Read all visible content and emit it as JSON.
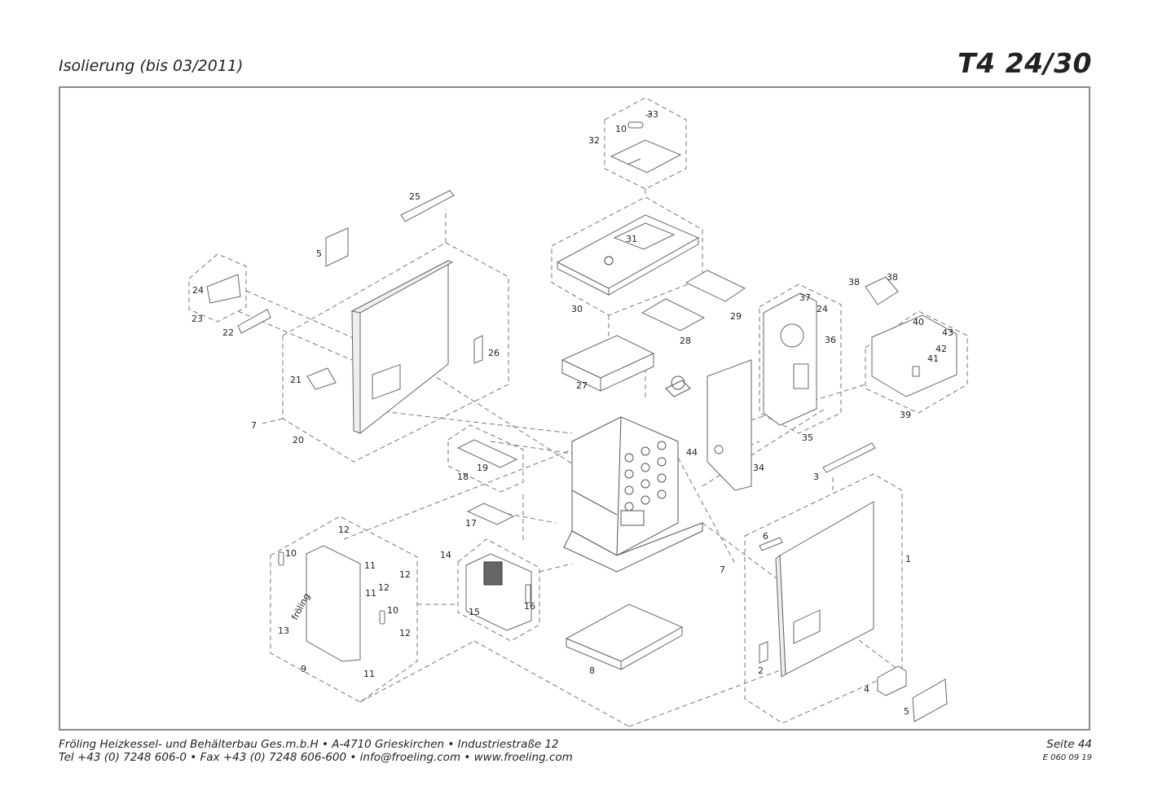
{
  "header": {
    "title": "Isolierung (bis 03/2011)",
    "model": "T4 24/30"
  },
  "footer": {
    "line1": "Fröling Heizkessel- und Behälterbau Ges.m.b.H   •   A-4710 Grieskirchen   •   Industriestraße 12",
    "line2": "Tel +43 (0) 7248 606-0   •   Fax +43 (0) 7248 606-600   •   info@froeling.com   •   www.froeling.com",
    "page": "Seite 44",
    "code": "E 060 09 19"
  },
  "diagram": {
    "brand_mark": "fröling",
    "part_labels": {
      "p1": "1",
      "p2": "2",
      "p3": "3",
      "p4": "4",
      "p5a": "5",
      "p5b": "5",
      "p6": "6",
      "p7a": "7",
      "p7b": "7",
      "p8": "8",
      "p9": "9",
      "p10a": "10",
      "p10b": "10",
      "p10c": "10",
      "p11a": "11",
      "p11b": "11",
      "p11c": "11",
      "p12a": "12",
      "p12b": "12",
      "p12c": "12",
      "p12d": "12",
      "p13": "13",
      "p14": "14",
      "p15": "15",
      "p16": "16",
      "p17": "17",
      "p18": "18",
      "p19": "19",
      "p20": "20",
      "p21": "21",
      "p22": "22",
      "p23": "23",
      "p24a": "24",
      "p24b": "24",
      "p25": "25",
      "p26": "26",
      "p27": "27",
      "p28": "28",
      "p29": "29",
      "p30": "30",
      "p31": "31",
      "p32": "32",
      "p33": "33",
      "p34": "34",
      "p35": "35",
      "p36": "36",
      "p37": "37",
      "p38a": "38",
      "p38b": "38",
      "p39": "39",
      "p40": "40",
      "p41": "41",
      "p42": "42",
      "p43": "43",
      "p44": "44"
    }
  }
}
